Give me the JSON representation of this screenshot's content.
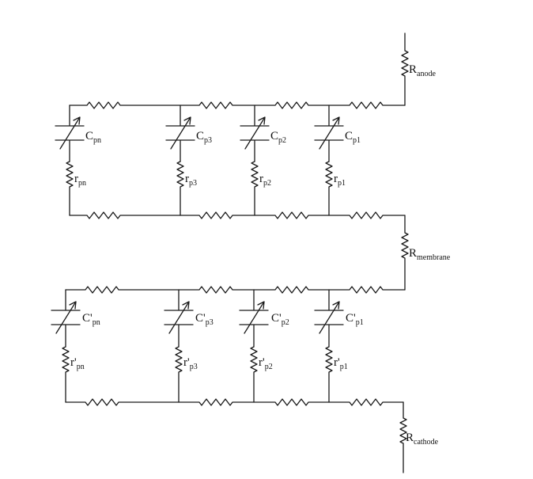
{
  "labels": {
    "r_anode": {
      "main": "R",
      "sub": "anode"
    },
    "r_membrane": {
      "main": "R",
      "sub": "membrane"
    },
    "r_cathode": {
      "main": "R",
      "sub": "cathode"
    },
    "top": [
      {
        "cap": "C",
        "cap_sub": "pn",
        "res": "r",
        "res_sub": "pn"
      },
      {
        "cap": "C",
        "cap_sub": "p3",
        "res": "r",
        "res_sub": "p3"
      },
      {
        "cap": "C",
        "cap_sub": "p2",
        "res": "r",
        "res_sub": "p2"
      },
      {
        "cap": "C",
        "cap_sub": "p1",
        "res": "r",
        "res_sub": "p1"
      }
    ],
    "bottom": [
      {
        "cap": "C'",
        "cap_sub": "pn",
        "res": "r'",
        "res_sub": "pn"
      },
      {
        "cap": "C'",
        "cap_sub": "p3",
        "res": "r'",
        "res_sub": "p3"
      },
      {
        "cap": "C'",
        "cap_sub": "p2",
        "res": "r'",
        "res_sub": "p2"
      },
      {
        "cap": "C'",
        "cap_sub": "p1",
        "res": "r'",
        "res_sub": "p1"
      }
    ]
  }
}
